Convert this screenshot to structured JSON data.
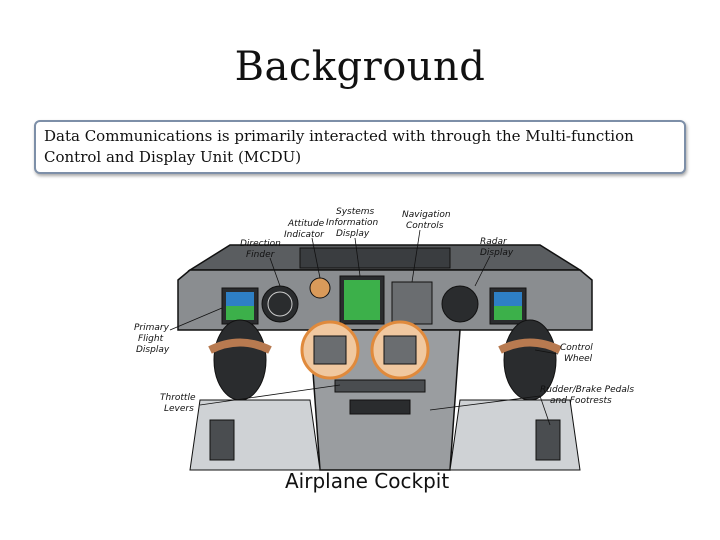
{
  "slide": {
    "title": "Background",
    "callout": "Data Communications is primarily interacted with through the Multi-function Control and Display Unit (MCDU)"
  },
  "diagram": {
    "caption": "Airplane Cockpit",
    "labels": {
      "attitude_1": "Attitude",
      "attitude_2": "Indicator",
      "systems_1": "Systems",
      "systems_2": "Information",
      "systems_3": "Display",
      "navigation_1": "Navigation",
      "navigation_2": "Controls",
      "direction_1": "Direction",
      "direction_2": "Finder",
      "radar_1": "Radar",
      "radar_2": "Display",
      "pfd_1": "Primary",
      "pfd_2": "Flight",
      "pfd_3": "Display",
      "control_1": "Control",
      "control_2": "Wheel",
      "throttle_1": "Throttle",
      "throttle_2": "Levers",
      "rudder_1": "Rudder/Brake Pedals",
      "rudder_2": "and Footrests"
    },
    "colors": {
      "panel": "#8a8d90",
      "panel_dark": "#4a4d50",
      "screen_green": "#3cb04a",
      "screen_blue": "#2e7fc4",
      "mcdu_highlight": "#e08a3c",
      "seat": "#2a2c2e",
      "skin": "#b87a50"
    }
  }
}
